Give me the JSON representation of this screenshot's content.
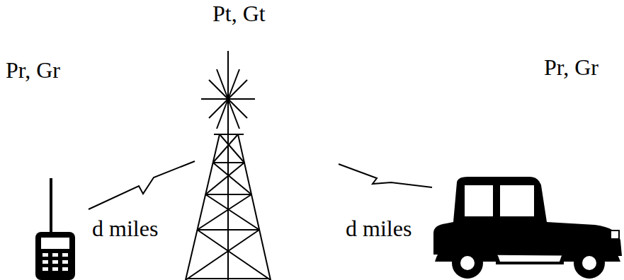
{
  "diagram": {
    "labels": [
      "Pt, Gt",
      "Pr, Gr",
      "Pr, Gr",
      "d miles",
      "d miles"
    ]
  }
}
